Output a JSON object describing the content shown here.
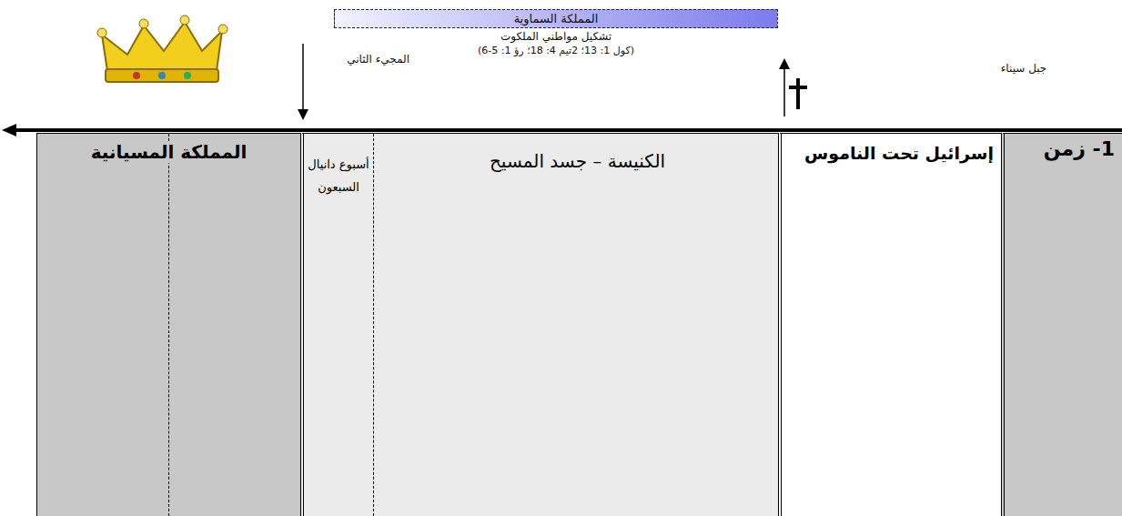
{
  "diagram": {
    "nodes": [
      {
        "text": [
          "المملكة السماوية"
        ]
      },
      {
        "text": [
          "1- زمن"
        ]
      },
      {
        "text": [
          "إسرائيل تحت الناموس"
        ]
      },
      {
        "text": [
          "الكنيسة – جسد المسيح"
        ]
      },
      {
        "text": [
          "أسبوع دانيال السبعون"
        ],
        "in": 3
      },
      {
        "text": [
          "المملكة المسيانية"
        ]
      }
    ],
    "labels": [
      "تشكيل مواطني الملكوت",
      "(كول 1: 13؛ 2تيم 4: 18؛ رؤ 1: 5-6)",
      "المجيء الثاني",
      "جبل سيناء"
    ]
  }
}
